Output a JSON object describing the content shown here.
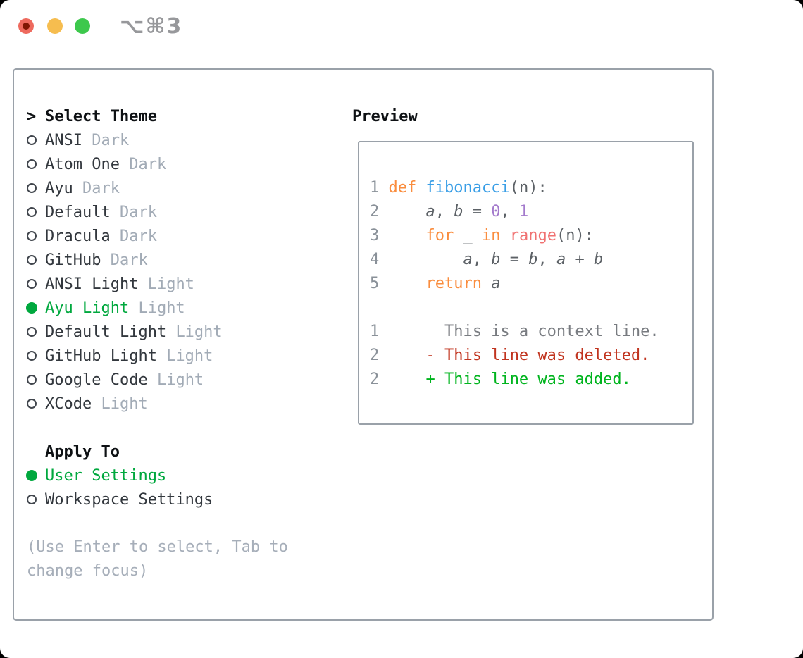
{
  "window": {
    "title": "⌥⌘3",
    "traffic_lights": [
      "close",
      "minimize",
      "zoom"
    ]
  },
  "theme_list": {
    "header": "Select Theme",
    "header_prefix": ">",
    "items": [
      {
        "name": "ANSI",
        "tag": "Dark",
        "selected": false
      },
      {
        "name": "Atom One",
        "tag": "Dark",
        "selected": false
      },
      {
        "name": "Ayu",
        "tag": "Dark",
        "selected": false
      },
      {
        "name": "Default",
        "tag": "Dark",
        "selected": false
      },
      {
        "name": "Dracula",
        "tag": "Dark",
        "selected": false
      },
      {
        "name": "GitHub",
        "tag": "Dark",
        "selected": false
      },
      {
        "name": "ANSI Light",
        "tag": "Light",
        "selected": false
      },
      {
        "name": "Ayu Light",
        "tag": "Light",
        "selected": true
      },
      {
        "name": "Default Light",
        "tag": "Light",
        "selected": false
      },
      {
        "name": "GitHub Light",
        "tag": "Light",
        "selected": false
      },
      {
        "name": "Google Code",
        "tag": "Light",
        "selected": false
      },
      {
        "name": "XCode",
        "tag": "Light",
        "selected": false
      }
    ]
  },
  "apply_to": {
    "header": "Apply To",
    "options": [
      {
        "label": "User Settings",
        "selected": true
      },
      {
        "label": "Workspace Settings",
        "selected": false
      }
    ]
  },
  "hint": {
    "line1": "(Use Enter to select, Tab to",
    "line2": "change focus)"
  },
  "preview": {
    "header": "Preview",
    "lines": [
      {
        "segs": [
          [
            "1 ",
            "num"
          ],
          [
            "def",
            "kw"
          ],
          [
            " ",
            "fg"
          ],
          [
            "fibonacci",
            "fn"
          ],
          [
            "(n):",
            "fg"
          ]
        ]
      },
      {
        "segs": [
          [
            "2 ",
            "num"
          ],
          [
            "    ",
            "fg"
          ],
          [
            "a",
            "fgi"
          ],
          [
            ", ",
            "fg"
          ],
          [
            "b",
            "fgi"
          ],
          [
            " = ",
            "fg"
          ],
          [
            "0",
            "lit"
          ],
          [
            ", ",
            "fg"
          ],
          [
            "1",
            "lit"
          ]
        ]
      },
      {
        "segs": [
          [
            "3 ",
            "num"
          ],
          [
            "    ",
            "fg"
          ],
          [
            "for",
            "kw"
          ],
          [
            " _ ",
            "fg"
          ],
          [
            "in",
            "kw"
          ],
          [
            " ",
            "fg"
          ],
          [
            "range",
            "bi"
          ],
          [
            "(n):",
            "fg"
          ]
        ]
      },
      {
        "segs": [
          [
            "4 ",
            "num"
          ],
          [
            "        ",
            "fg"
          ],
          [
            "a",
            "fgi"
          ],
          [
            ", ",
            "fg"
          ],
          [
            "b",
            "fgi"
          ],
          [
            " = ",
            "fg"
          ],
          [
            "b",
            "fgi"
          ],
          [
            ", ",
            "fg"
          ],
          [
            "a",
            "fgi"
          ],
          [
            " + ",
            "fg"
          ],
          [
            "b",
            "fgi"
          ]
        ]
      },
      {
        "segs": [
          [
            "5 ",
            "num"
          ],
          [
            "    ",
            "fg"
          ],
          [
            "return",
            "kw"
          ],
          [
            " ",
            "fg"
          ],
          [
            "a",
            "fgi"
          ]
        ]
      },
      {
        "segs": []
      },
      {
        "segs": [
          [
            "1",
            "num"
          ],
          [
            "       This is a context line.",
            "ctx"
          ]
        ]
      },
      {
        "segs": [
          [
            "2",
            "num"
          ],
          [
            "     ",
            "fg"
          ],
          [
            "- This line was deleted.",
            "del"
          ]
        ]
      },
      {
        "segs": [
          [
            "2",
            "num"
          ],
          [
            "     ",
            "fg"
          ],
          [
            "+ This line was added.",
            "add"
          ]
        ]
      }
    ]
  },
  "colors": {
    "selection_green": "#00a83e",
    "diff_added_green": "#00b41e",
    "diff_deleted_red": "#c1341f",
    "keyword_orange": "#fa8d3e",
    "function_blue": "#399ee6",
    "builtin_coral": "#f07171",
    "number_purple": "#a37acc",
    "code_fg": "#5c6166",
    "line_number_gray": "#8a9199",
    "context_gray": "#787b80",
    "tag_gray": "#a2abb6",
    "hint_gray": "#a6aeb9",
    "item_text": "#32373d",
    "header_text": "#0e1114",
    "border_gray": "#9aa1a9",
    "titlebar_text": "#97989b",
    "traffic_red": "#ee6a5e",
    "traffic_red_dot": "#801703",
    "traffic_yellow": "#f6bd4f",
    "traffic_green": "#3dc84c"
  }
}
